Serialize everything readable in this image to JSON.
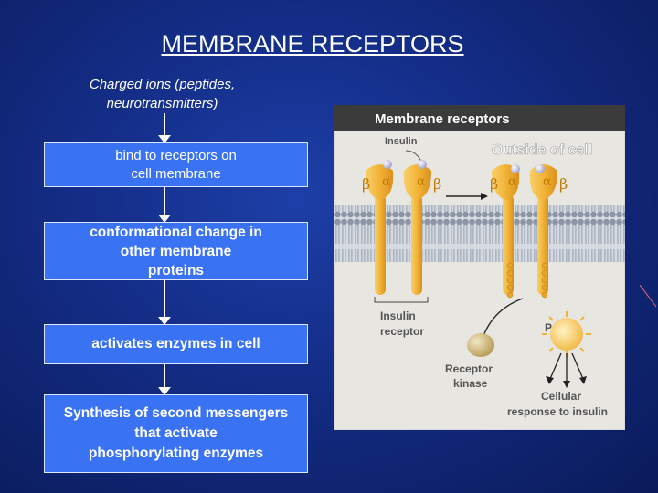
{
  "slide": {
    "title": "MEMBRANE RECEPTORS",
    "intro_line1": "Charged ions (peptides,",
    "intro_line2": "neurotransmitters)"
  },
  "flow": {
    "steps": [
      {
        "lines": [
          "bind to receptors on",
          "cell membrane"
        ]
      },
      {
        "lines": [
          "conformational change in",
          "other membrane",
          "proteins"
        ]
      },
      {
        "lines": [
          "activates enzymes in cell"
        ]
      },
      {
        "lines": [
          "Synthesis of second messengers",
          "that activate",
          "phosphorylating enzymes"
        ]
      }
    ]
  },
  "figure": {
    "heading": "Membrane receptors",
    "insulin_label": "Insulin",
    "outside_label": "Outside of cell",
    "alpha_symbol": "α",
    "beta_symbol": "β",
    "phosphate_symbol": "P",
    "receptor_label_line1": "Insulin",
    "receptor_label_line2": "receptor",
    "kinase_label_line1": "Receptor",
    "kinase_label_line2": "kinase",
    "response_label_line1": "Cellular",
    "response_label_line2": "response to insulin",
    "colors": {
      "background": "#e8e6e1",
      "header": "#3b3b3b",
      "membrane": "#9aa3ae",
      "receptor": "#f2b437",
      "insulin_ball": "#b9b7d9",
      "kinase": "#c9b47a"
    }
  }
}
